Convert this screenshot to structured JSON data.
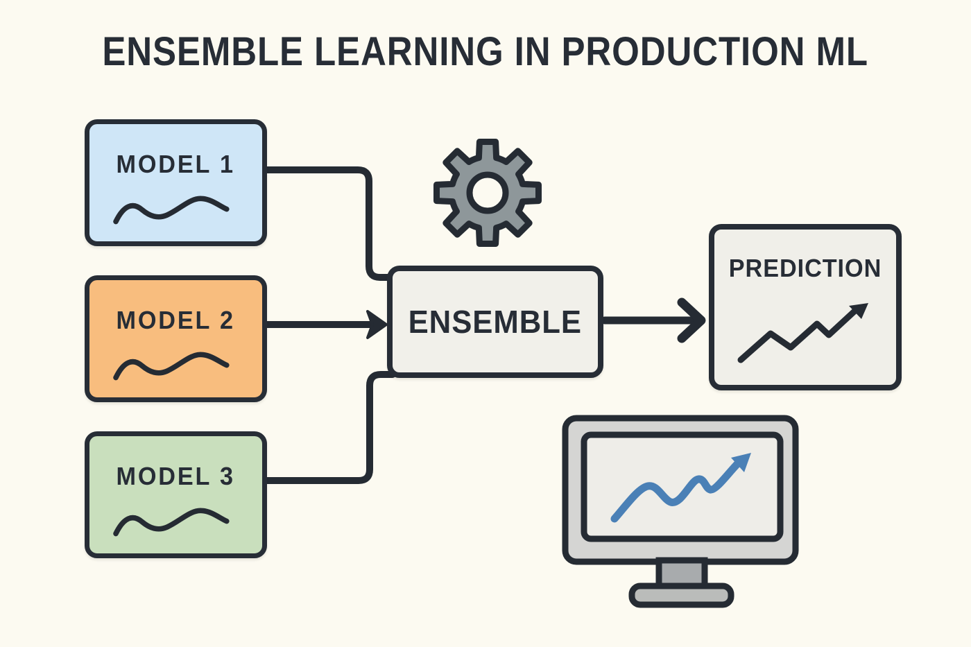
{
  "title": "ENSEMBLE LEARNING IN PRODUCTION ML",
  "diagram": {
    "models": [
      {
        "label": "MODEL 1",
        "fill": "#cfe6f7",
        "icon": "wave-line-icon"
      },
      {
        "label": "MODEL 2",
        "fill": "#f8bd7e",
        "icon": "wave-line-icon"
      },
      {
        "label": "MODEL 3",
        "fill": "#c9dfbd",
        "icon": "wave-line-icon"
      }
    ],
    "ensemble": {
      "label": "ENSEMBLE",
      "fill": "#f1f0ea"
    },
    "prediction": {
      "label": "PREDICTION",
      "fill": "#f0efe9",
      "icon": "trend-up-arrow-icon"
    },
    "connections": [
      {
        "from": "MODEL 1",
        "to": "ENSEMBLE",
        "style": "elbow-line"
      },
      {
        "from": "MODEL 2",
        "to": "ENSEMBLE",
        "style": "straight-arrow"
      },
      {
        "from": "MODEL 3",
        "to": "ENSEMBLE",
        "style": "elbow-line"
      },
      {
        "from": "ENSEMBLE",
        "to": "PREDICTION",
        "style": "straight-arrow"
      }
    ]
  },
  "icons": {
    "gear": "gear-icon",
    "model_wave": "wave-line-icon",
    "prediction_trend": "trend-up-arrow-icon",
    "monitor": "monitor-with-trend-icon"
  },
  "colors": {
    "background": "#fcfaf1",
    "stroke_dark": "#252b33",
    "title_text": "#272d36",
    "gear_fill": "#8e979a",
    "monitor_frame": "#d5d5d3",
    "monitor_screen": "#eeede8",
    "monitor_stand": "#a8abad",
    "monitor_base": "#babcba",
    "monitor_trend_blue": "#4a80b6"
  }
}
